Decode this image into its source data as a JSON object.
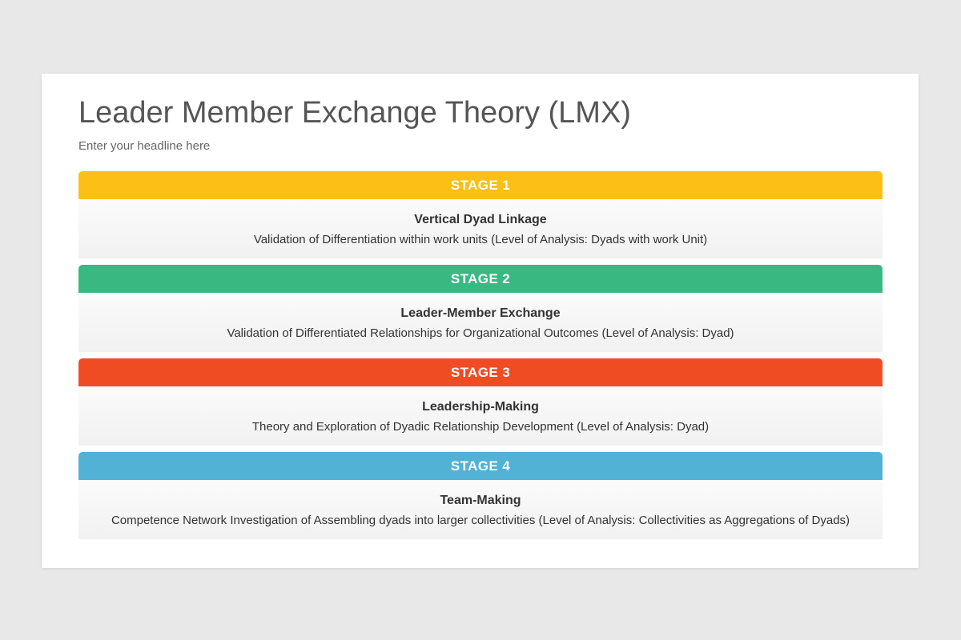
{
  "slide": {
    "title": "Leader Member Exchange Theory (LMX)",
    "subtitle": "Enter your headline here"
  },
  "stages": [
    {
      "label": "STAGE 1",
      "color": "#fbbf15",
      "name": "Vertical Dyad Linkage",
      "description": "Validation of Differentiation within work units (Level of Analysis: Dyads with work Unit)"
    },
    {
      "label": "STAGE 2",
      "color": "#3ab882",
      "name": "Leader-Member Exchange",
      "description": "Validation of Differentiated Relationships for Organizational Outcomes (Level of Analysis: Dyad)"
    },
    {
      "label": "STAGE 3",
      "color": "#f04c24",
      "name": "Leadership-Making",
      "description": "Theory and Exploration of Dyadic Relationship Development (Level of Analysis: Dyad)"
    },
    {
      "label": "STAGE 4",
      "color": "#51b2d5",
      "name": "Team-Making",
      "description": "Competence Network Investigation of Assembling dyads into larger collectivities (Level of Analysis: Collectivities as Aggregations of Dyads)"
    }
  ]
}
